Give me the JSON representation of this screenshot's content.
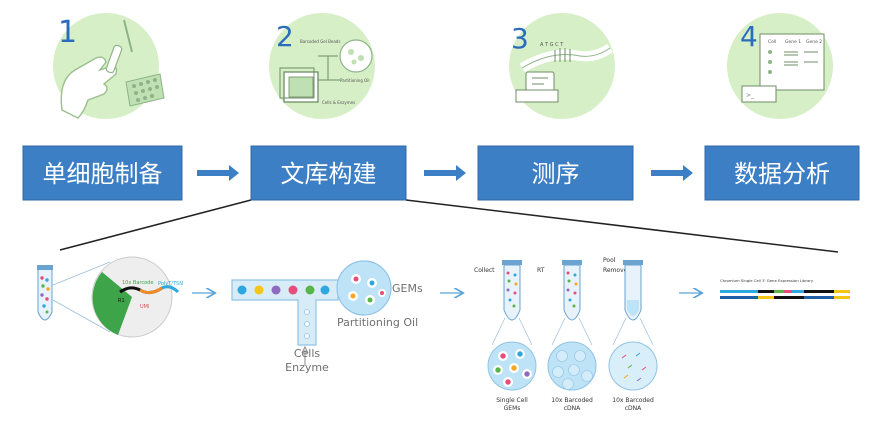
{
  "steps": [
    {
      "number": "1",
      "label": "单细胞制备"
    },
    {
      "number": "2",
      "label": "文库构建",
      "icon_text": {
        "top": "Barcoded Gel Beads",
        "right": "Partitioning Oil",
        "bottom": "Cells & Enzymes"
      }
    },
    {
      "number": "3",
      "label": "测序",
      "icon_text": {
        "bases": "A T G C T"
      }
    },
    {
      "number": "4",
      "label": "数据分析",
      "icon_text": {
        "col1": "Cell",
        "col2": "Gene 1",
        "col3": "Gene 2"
      }
    }
  ],
  "detail": {
    "bead": {
      "barcode": "10x Barcode",
      "polydt": "PolyT/TSN",
      "umi": "UMI",
      "r1": "R1"
    },
    "chip": {
      "gems": "GEMs",
      "oil": "Partitioning Oil",
      "cells": "Cells",
      "enzyme": "Enzyme"
    },
    "stages": {
      "collect": "Collect",
      "rt": "RT",
      "pool": "Pool",
      "remove_oil": "Remove Oil"
    },
    "tube_captions": [
      {
        "line1": "Single Cell",
        "line2": "GEMs"
      },
      {
        "line1": "10x Barcoded",
        "line2": "cDNA"
      },
      {
        "line1": "10x Barcoded",
        "line2": "cDNA"
      }
    ],
    "library_title": "Chromium Single Cell 3' Gene Expression Library"
  },
  "colors": {
    "step_box": "#3d7fc4",
    "step_box_border": "#2f6aa6",
    "arrow": "#3d7fc4",
    "icon_bg": "#d6efc6",
    "number": "#2b6dbd",
    "line": "#222222"
  }
}
